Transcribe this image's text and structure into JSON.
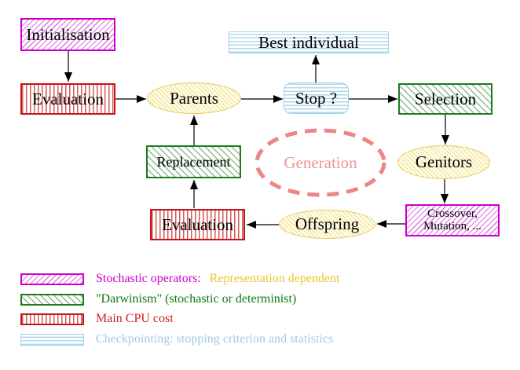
{
  "diagram": {
    "nodes": {
      "initialisation": {
        "label": "Initialisation"
      },
      "evaluation_top": {
        "label": "Evaluation"
      },
      "parents": {
        "label": "Parents"
      },
      "best_individual": {
        "label": "Best individual"
      },
      "stop": {
        "label": "Stop ?"
      },
      "selection": {
        "label": "Selection"
      },
      "genitors": {
        "label": "Genitors"
      },
      "crossover_mutation": {
        "line1": "Crossover,",
        "line2": "Mutation, ..."
      },
      "offspring": {
        "label": "Offspring"
      },
      "evaluation_bottom": {
        "label": "Evaluation"
      },
      "replacement": {
        "label": "Replacement"
      },
      "generation": {
        "label": "Generation"
      }
    },
    "colors": {
      "magenta": "#cc00cc",
      "red": "#c41414",
      "green": "#1e7a1e",
      "cyan": "#a0d2e8",
      "yellow_border": "#e2ce57",
      "salmon_dashed": "#ee8585",
      "arrow_black": "#000000"
    }
  },
  "legend": {
    "items": [
      {
        "label": "Stochastic operators:",
        "label2": "Representation dependent",
        "swatch": "magenta-diagonal-hatch"
      },
      {
        "label": "\"Darwinism\" (stochastic or determinist)",
        "swatch": "green-diagonal-hatch"
      },
      {
        "label": "Main CPU cost",
        "swatch": "red-vertical-lines"
      },
      {
        "label": "Checkpointing: stopping criterion and statistics",
        "swatch": "cyan-horizontal-lines"
      }
    ]
  }
}
